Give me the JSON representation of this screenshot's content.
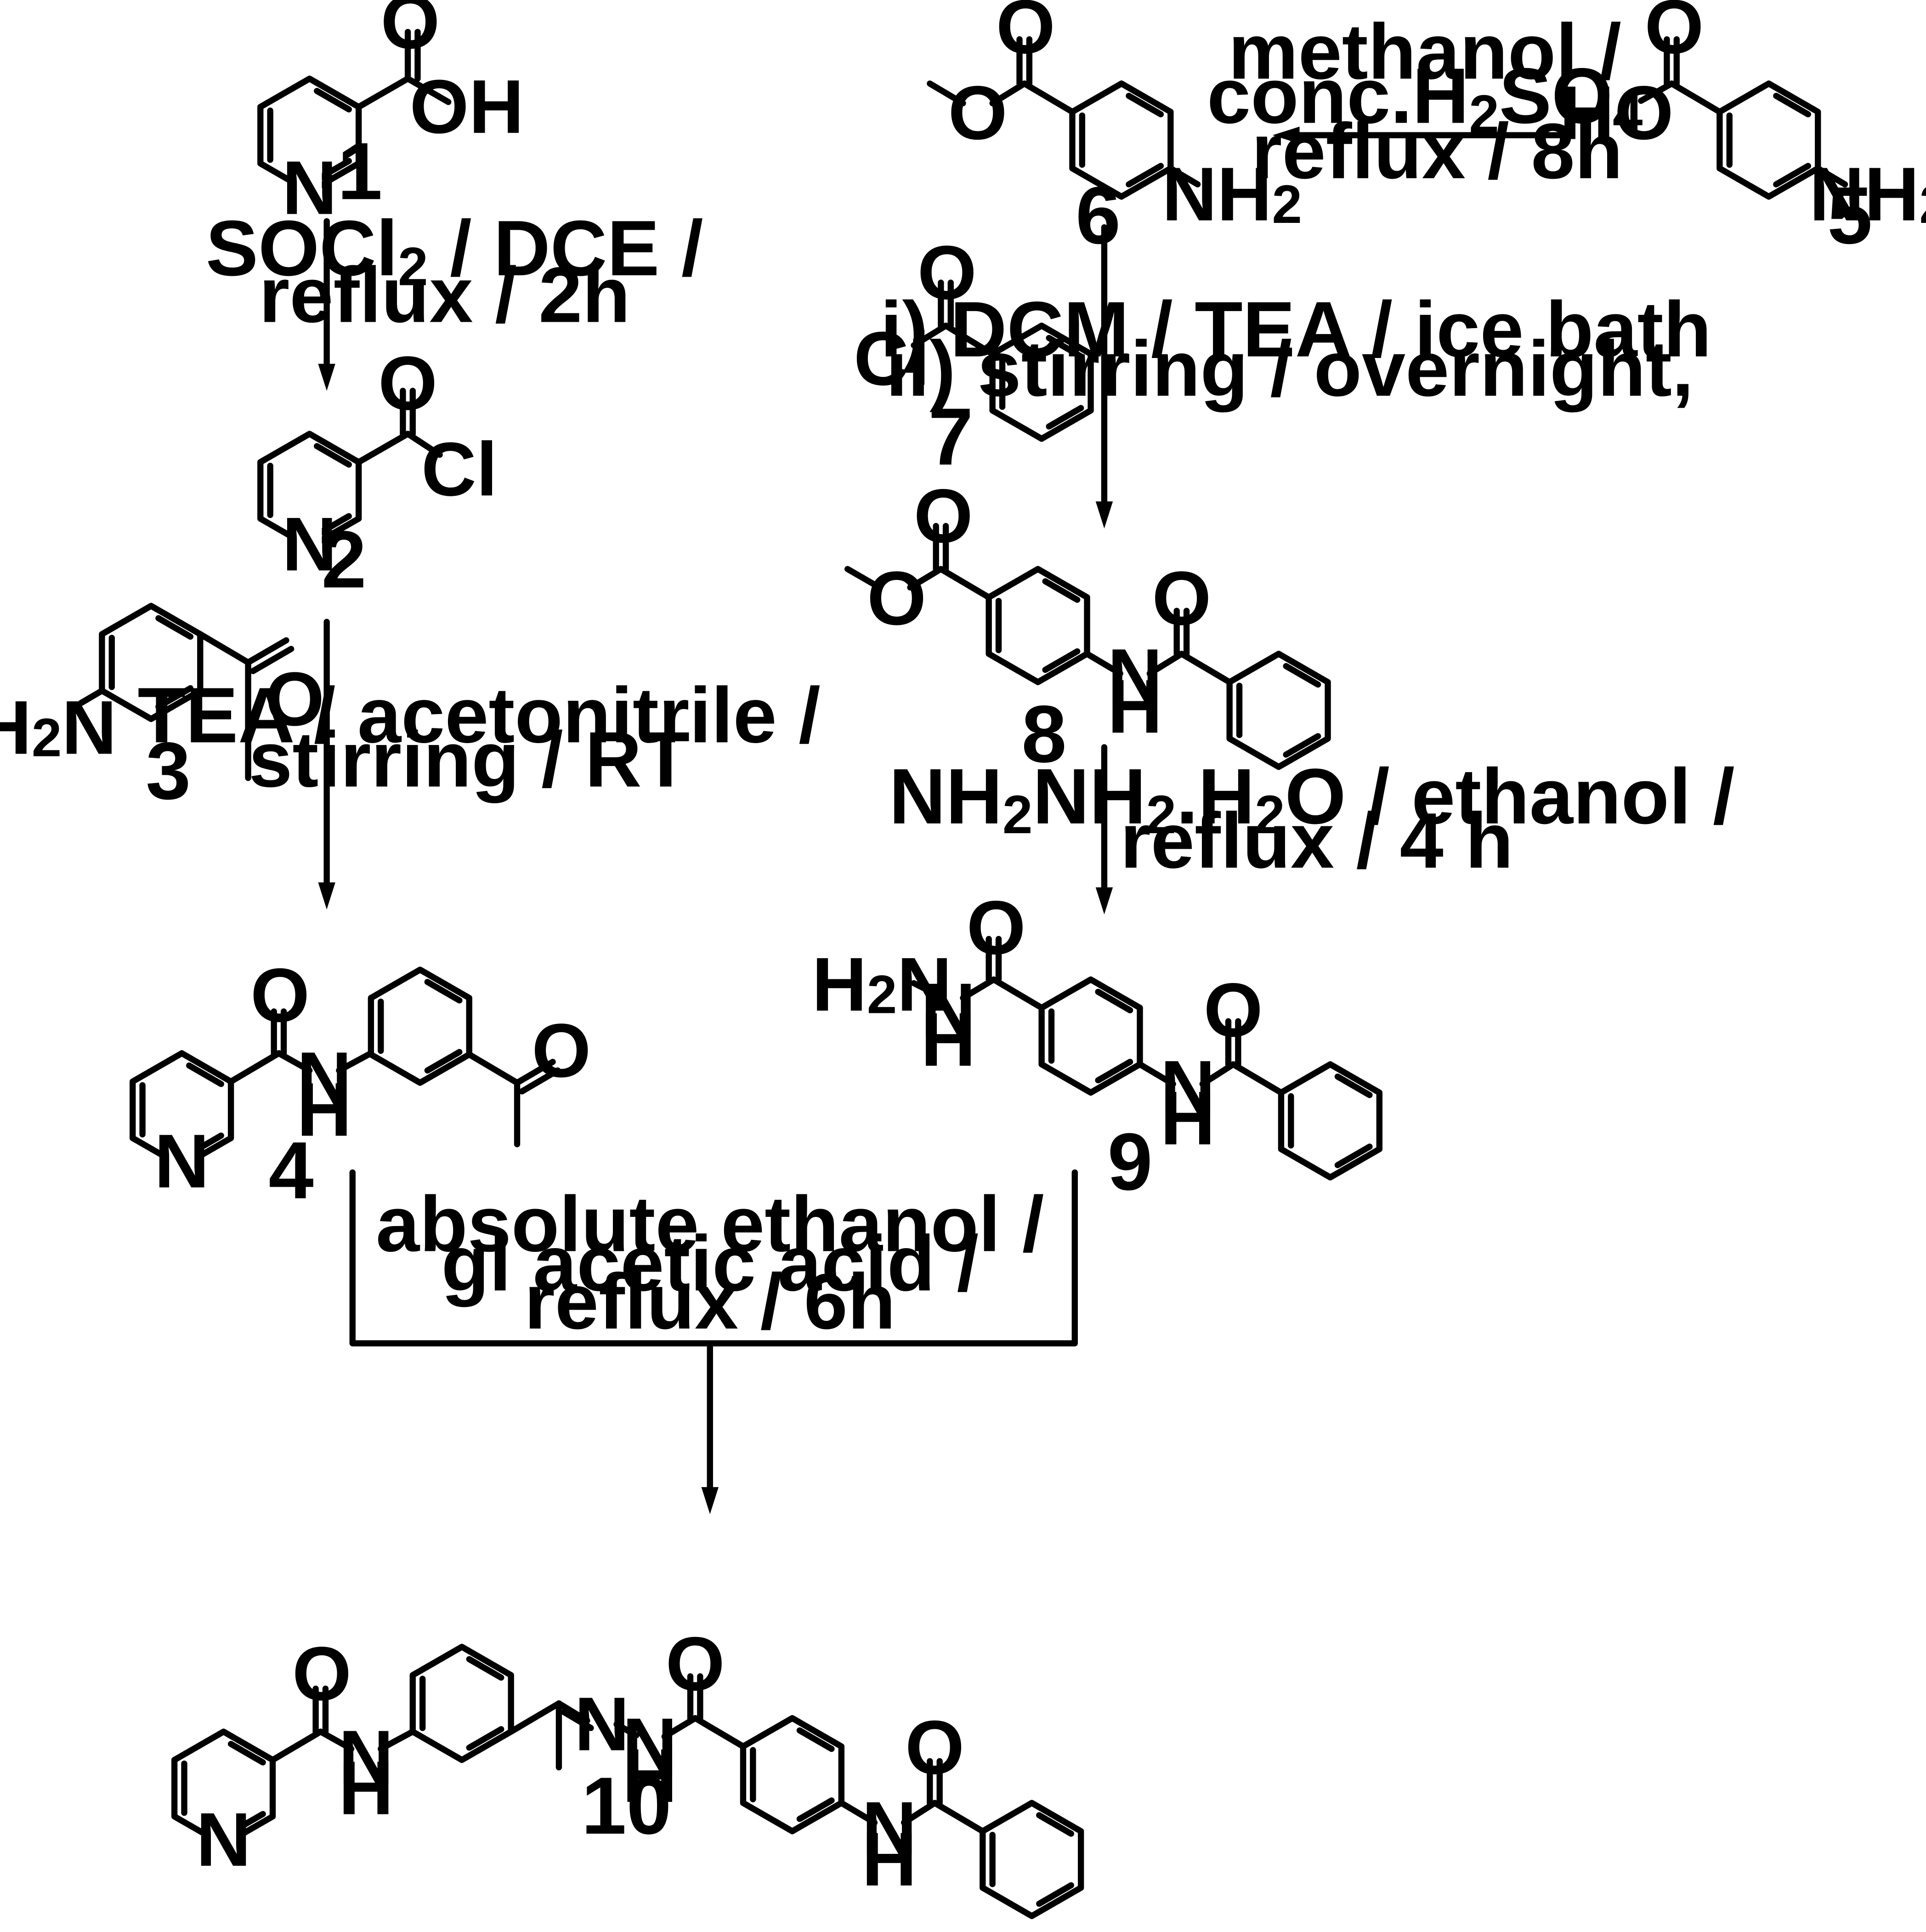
{
  "compound_labels": [
    "1",
    "2",
    "3",
    "4",
    "5",
    "6",
    "7",
    "8",
    "9",
    "10"
  ],
  "atom_labels": {
    "OH": "OH",
    "HO": "HO",
    "O": "O",
    "N": "N",
    "Cl": "Cl",
    "H": "H",
    "NH2_N": "NH",
    "H2N_H": "H",
    "H2N_N": "N",
    "sub2": "2"
  },
  "conditions": {
    "step_1_2": [
      "SOCl",
      "2",
      " / DCE /",
      "reflux / 2h"
    ],
    "step_2_4": [
      "TEA / acetonitrile /",
      "stirring / RT"
    ],
    "step_5_6": [
      "methanol /",
      "conc.H",
      "2",
      "SO",
      "4",
      "reflux / 8h"
    ],
    "step_6_8": [
      "i) DCM / TEA / ice bath",
      "ii) stirring / overnight,"
    ],
    "step_8_9": [
      "NH",
      "2",
      "NH",
      "2",
      ".H",
      "2",
      "O /  ethanol /",
      "reflux / 4 h"
    ],
    "step_4_9_10": [
      "absolute ethanol /",
      "gl acetic acid /",
      "reflux / 6h"
    ]
  }
}
